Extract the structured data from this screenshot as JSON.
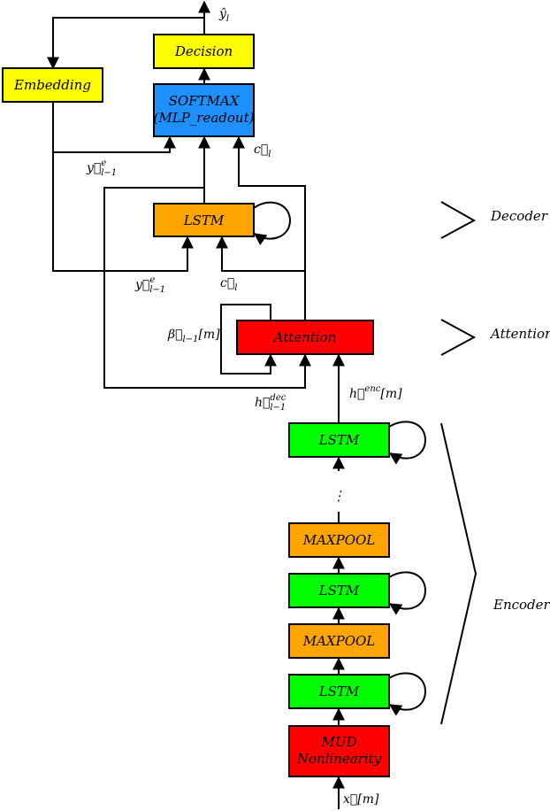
{
  "colors": {
    "yellow": "#ffff00",
    "blue": "#1e90ff",
    "orange": "#ffa500",
    "red": "#ff0000",
    "green": "#00ff00"
  },
  "nodes": {
    "decision": "Decision",
    "embedding": "Embedding",
    "softmax_line1": "SOFTMAX",
    "softmax_line2": "(MLP_readout)",
    "decoder_lstm": "LSTM",
    "attention": "Attention",
    "encoder_lstm_top": "LSTM",
    "maxpool_upper": "MAXPOOL",
    "encoder_lstm_mid": "LSTM",
    "maxpool_lower": "MAXPOOL",
    "encoder_lstm_bottom": "LSTM",
    "mud_line1": "MUD",
    "mud_line2": "Nonlinearity",
    "ellipsis": "⋮"
  },
  "signals": {
    "y_hat": {
      "base": "ŷ",
      "sub": "l"
    },
    "y_e_top": {
      "base": "y⃗",
      "sup": "e",
      "sub": "l−1"
    },
    "c_top": {
      "base": "c⃗",
      "sub": "l"
    },
    "y_e_mid": {
      "base": "y⃗",
      "sup": "e",
      "sub": "l−1"
    },
    "c_mid": {
      "base": "c⃗",
      "sub": "l"
    },
    "beta": {
      "base": "β⃗",
      "sub": "l−1",
      "suffix": "[m]"
    },
    "h_dec": {
      "base": "h⃗",
      "sup": "dec",
      "sub": "l−1"
    },
    "h_enc": {
      "base": "h⃗",
      "sup": "enc",
      "suffix": "[m]"
    },
    "x_in": {
      "base": "x⃗",
      "suffix": "[m]"
    }
  },
  "groups": {
    "decoder": "Decoder",
    "attention": "Attention",
    "encoder": "Encoder"
  }
}
